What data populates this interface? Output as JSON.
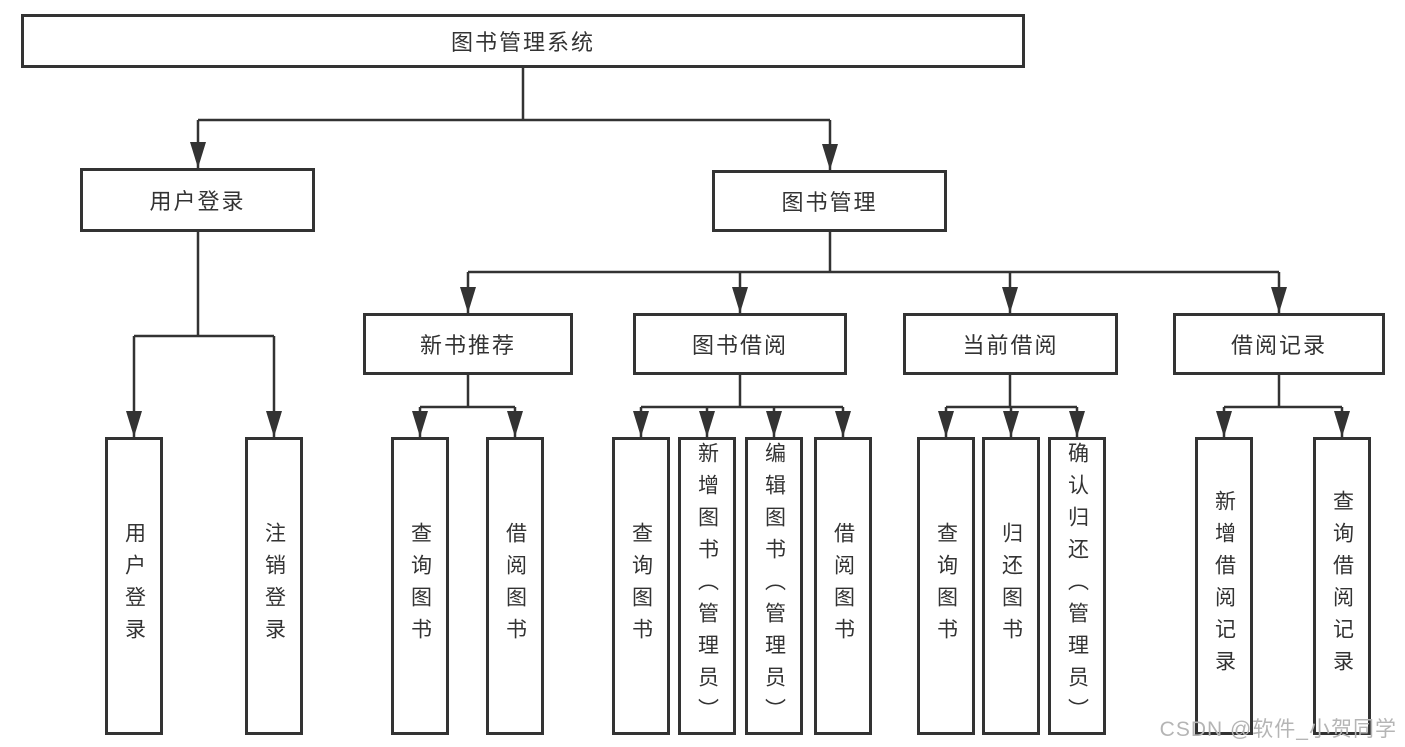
{
  "diagram_title": "图书管理系统",
  "tree": {
    "root": {
      "label": "图书管理系统"
    },
    "branches": [
      {
        "label": "用户登录",
        "children": [
          {
            "label": "用户登录"
          },
          {
            "label": "注销登录"
          }
        ]
      },
      {
        "label": "图书管理",
        "children": [
          {
            "label": "新书推荐",
            "children": [
              {
                "label": "查询图书"
              },
              {
                "label": "借阅图书"
              }
            ]
          },
          {
            "label": "图书借阅",
            "children": [
              {
                "label": "查询图书"
              },
              {
                "label": "新增图书（管理员）"
              },
              {
                "label": "编辑图书（管理员）"
              },
              {
                "label": "借阅图书"
              }
            ]
          },
          {
            "label": "当前借阅",
            "children": [
              {
                "label": "查询图书"
              },
              {
                "label": "归还图书"
              },
              {
                "label": "确认归还（管理员）"
              }
            ]
          },
          {
            "label": "借阅记录",
            "children": [
              {
                "label": "新增借阅记录"
              },
              {
                "label": "查询借阅记录"
              }
            ]
          }
        ]
      }
    ]
  },
  "watermark": {
    "text": "CSDN @软件_小贺同学"
  },
  "colors": {
    "line": "#333333",
    "box_border": "#333333",
    "text": "#333333",
    "watermark": "#b5b5b5",
    "background": "#ffffff"
  }
}
